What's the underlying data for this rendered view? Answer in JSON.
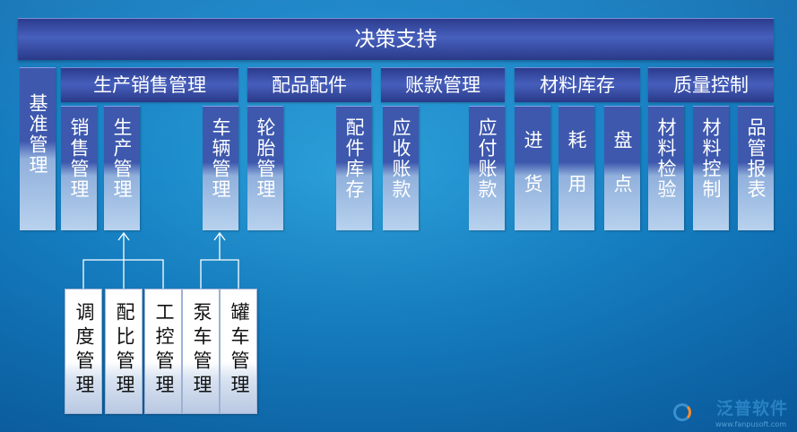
{
  "title": "决策支持",
  "modules": [
    {
      "id": "base",
      "label": "基准管理"
    },
    {
      "id": "sales-production",
      "header": "生产销售管理",
      "items": [
        "销售管理",
        "生产管理",
        "车辆管理"
      ]
    },
    {
      "id": "parts",
      "header": "配品配件",
      "items": [
        "轮胎管理",
        "配件库存"
      ]
    },
    {
      "id": "accounts",
      "header": "账款管理",
      "items": [
        "应收账款",
        "应付账款"
      ]
    },
    {
      "id": "material",
      "header": "材料库存",
      "items": [
        "进货",
        "耗用",
        "盘点"
      ]
    },
    {
      "id": "quality",
      "header": "质量控制",
      "items": [
        "材料检验",
        "材料控制",
        "品管报表"
      ]
    }
  ],
  "sub_modules": {
    "production": [
      "调度管理",
      "配比管理",
      "工控管理"
    ],
    "vehicle": [
      "泵车管理",
      "罐车管理"
    ]
  },
  "colors": {
    "header": "#3a52ad",
    "background": "#1683c6",
    "connector": "#ffffff"
  },
  "logo": {
    "text": "泛普软件",
    "sub": "www.fanpusoft.com"
  }
}
